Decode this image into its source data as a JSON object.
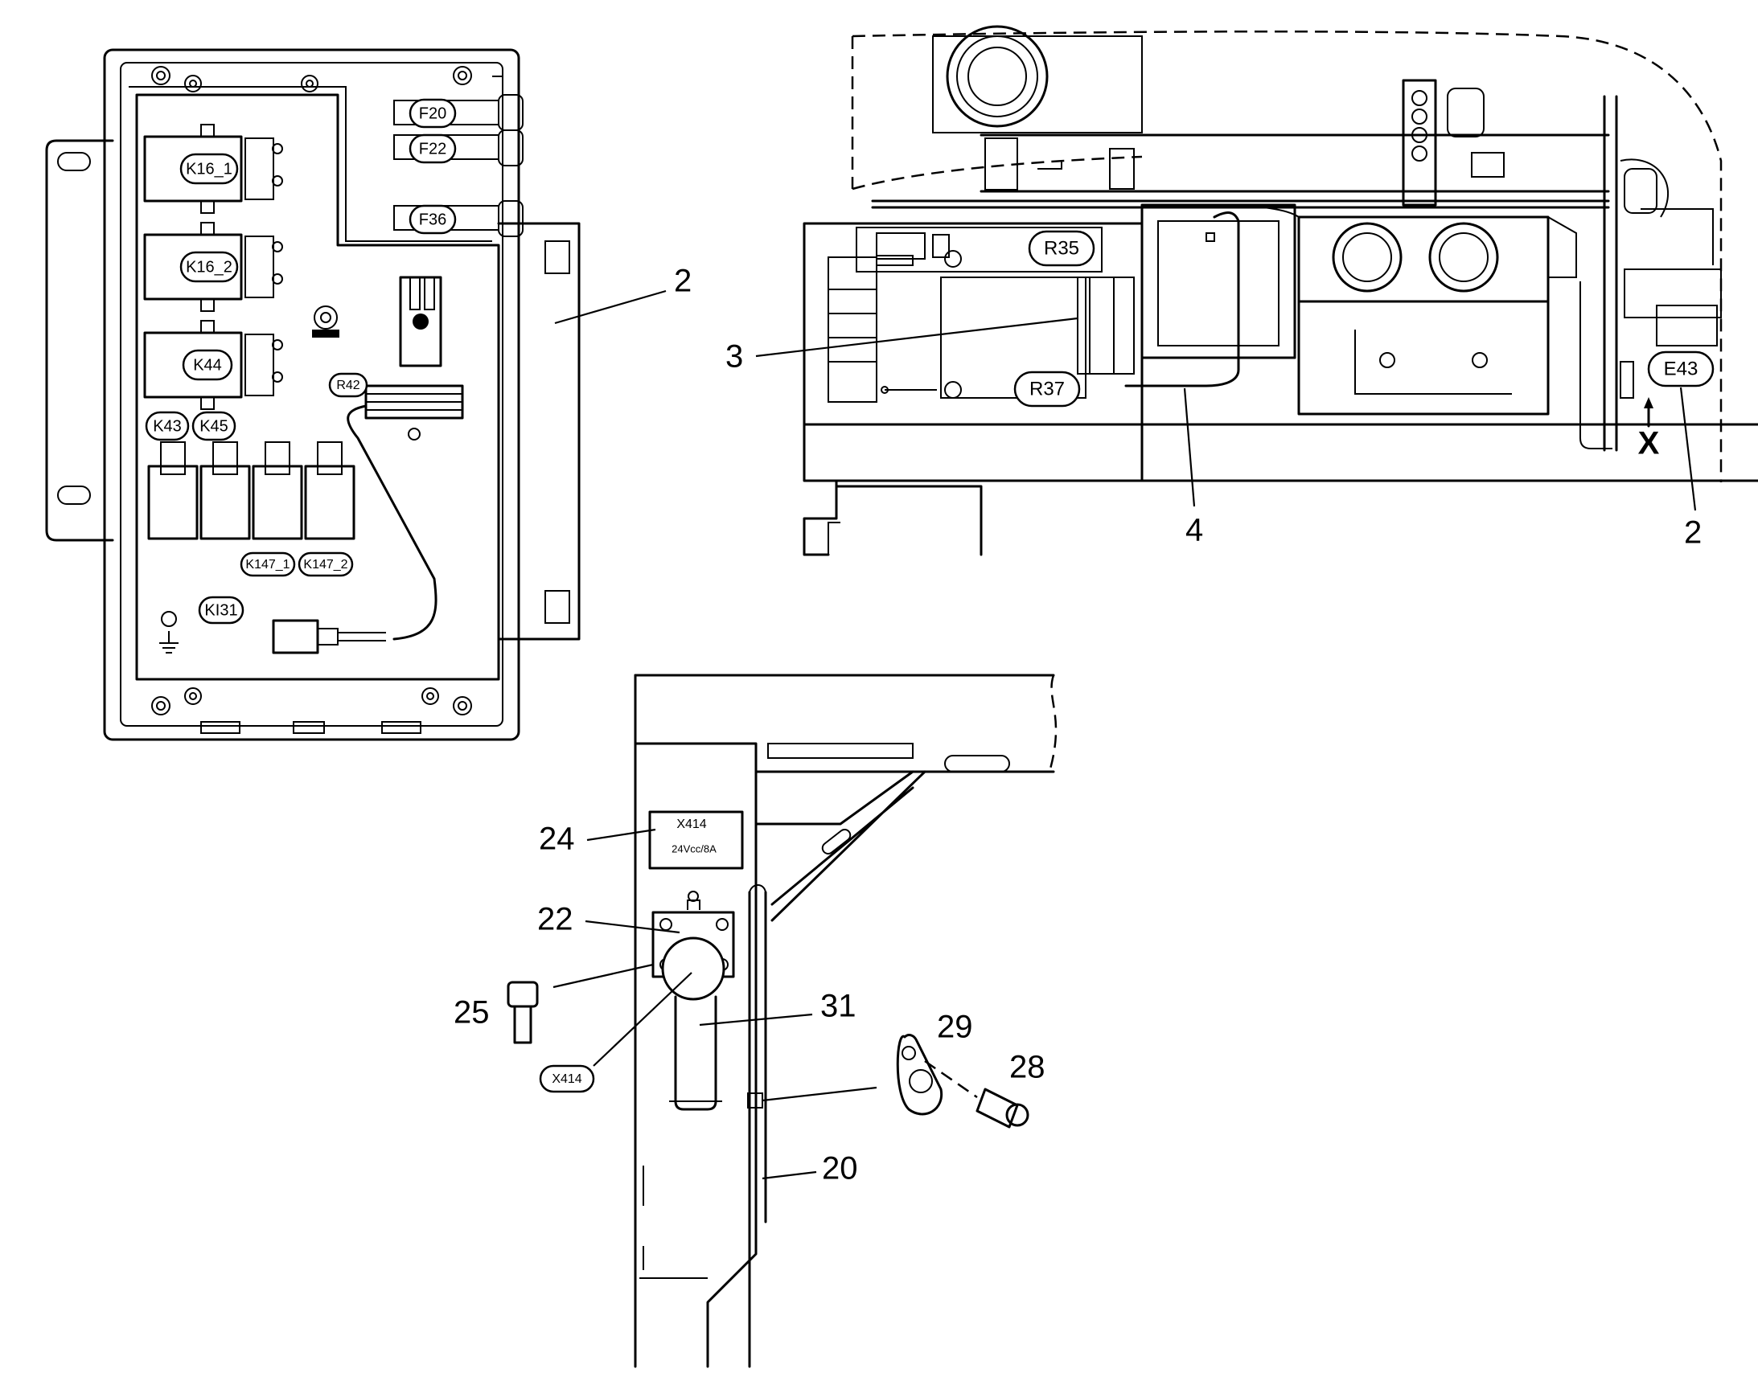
{
  "box_panel": {
    "tags": {
      "k16_1": "K16_1",
      "k16_2": "K16_2",
      "k44": "K44",
      "k43": "K43",
      "k45": "K45",
      "f20": "F20",
      "f22": "F22",
      "f36": "F36",
      "r42": "R42",
      "k147_1": "K147_1",
      "k147_2": "K147_2",
      "k131": "KI31"
    },
    "callout": "2"
  },
  "machine_view": {
    "tags": {
      "r35": "R35",
      "r37": "R37",
      "e43": "E43"
    },
    "callouts": {
      "c3": "3",
      "c4": "4",
      "c2": "2"
    },
    "view_letter": "X"
  },
  "bracket_view": {
    "plate_lines": [
      "X414",
      "24Vcc/8A"
    ],
    "tag_x414": "X414",
    "callouts": {
      "c24": "24",
      "c22": "22",
      "c25": "25",
      "c31": "31",
      "c29": "29",
      "c28": "28",
      "c20": "20"
    }
  }
}
